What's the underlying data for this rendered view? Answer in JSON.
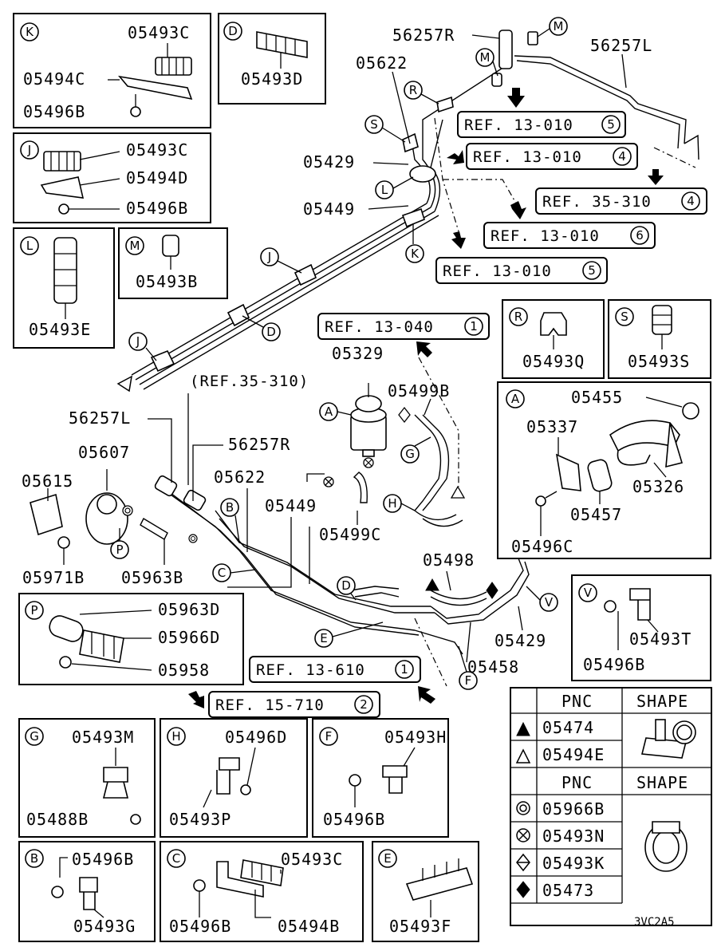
{
  "boxes": {
    "K": {
      "letter": "K",
      "parts": [
        "05493C",
        "05494C",
        "05496B"
      ]
    },
    "D": {
      "letter": "D",
      "parts": [
        "05493D"
      ]
    },
    "J": {
      "letter": "J",
      "parts": [
        "05493C",
        "05494D",
        "05496B"
      ]
    },
    "L": {
      "letter": "L",
      "parts": [
        "05493E"
      ]
    },
    "M": {
      "letter": "M",
      "parts": [
        "05493B"
      ]
    },
    "R": {
      "letter": "R",
      "parts": [
        "05493Q"
      ]
    },
    "S": {
      "letter": "S",
      "parts": [
        "05493S"
      ]
    },
    "A": {
      "letter": "A",
      "parts": [
        "05455",
        "05337",
        "05326",
        "05457",
        "05496C"
      ]
    },
    "P": {
      "letter": "P",
      "parts": [
        "05963D",
        "05966D",
        "05958"
      ]
    },
    "V": {
      "letter": "V",
      "parts": [
        "05493T",
        "05496B"
      ]
    },
    "G": {
      "letter": "G",
      "parts": [
        "05493M",
        "05488B"
      ]
    },
    "H": {
      "letter": "H",
      "parts": [
        "05496D",
        "05493P"
      ]
    },
    "F": {
      "letter": "F",
      "parts": [
        "05493H",
        "05496B"
      ]
    },
    "B": {
      "letter": "B",
      "parts": [
        "05496B",
        "05493G"
      ]
    },
    "C": {
      "letter": "C",
      "parts": [
        "05493C",
        "05496B",
        "05494B"
      ]
    },
    "E": {
      "letter": "E",
      "parts": [
        "05493F"
      ]
    }
  },
  "refs": {
    "r1": {
      "text": "REF. 13-010",
      "num": "5"
    },
    "r2": {
      "text": "REF. 13-010",
      "num": "4"
    },
    "r3": {
      "text": "REF. 35-310",
      "num": "4"
    },
    "r4": {
      "text": "REF. 13-010",
      "num": "6"
    },
    "r5": {
      "text": "REF. 13-010",
      "num": "5"
    },
    "r6": {
      "text": "REF. 13-040",
      "num": "1"
    },
    "r7": {
      "text": "REF. 13-610",
      "num": "1"
    },
    "r8": {
      "text": "REF. 15-710",
      "num": "2"
    },
    "paren": "(REF.35-310)"
  },
  "main_labels": {
    "p56257R_top": "56257R",
    "p56257L_top": "56257L",
    "p05622_top": "05622",
    "p05429_top": "05429",
    "p05449_top": "05449",
    "p05329": "05329",
    "p05499B": "05499B",
    "p56257L": "56257L",
    "p56257R": "56257R",
    "p05607": "05607",
    "p05615": "05615",
    "p05622": "05622",
    "p05449": "05449",
    "p05499C": "05499C",
    "p05971B": "05971B",
    "p05963B": "05963B",
    "p05498": "05498",
    "p05429": "05429",
    "p05458": "05458"
  },
  "callouts": [
    "M",
    "M",
    "R",
    "S",
    "L",
    "K",
    "J",
    "D",
    "J",
    "A",
    "G",
    "H",
    "B",
    "P",
    "C",
    "D",
    "E",
    "F",
    "V"
  ],
  "legend": {
    "header_pnc": "PNC",
    "header_shape": "SHAPE",
    "rows_top": [
      {
        "symbol": "filled-triangle",
        "pnc": "05474"
      },
      {
        "symbol": "open-triangle",
        "pnc": "05494E"
      }
    ],
    "rows_bottom": [
      {
        "symbol": "double-circle",
        "pnc": "05966B"
      },
      {
        "symbol": "circle-x",
        "pnc": "05493N"
      },
      {
        "symbol": "split-diamond",
        "pnc": "05493K"
      },
      {
        "symbol": "filled-diamond",
        "pnc": "05473"
      }
    ]
  },
  "diagram_code": "3VC2A5"
}
